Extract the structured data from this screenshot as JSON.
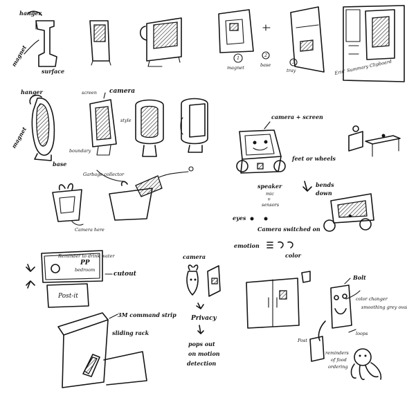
{
  "labels": {
    "s1_hanger": "hanger",
    "s1_magnet": "magnet",
    "s1_surface": "surface",
    "s3_num1": "1",
    "s3_num2": "2",
    "s3_num3": "3",
    "s3_magnet": "magnet",
    "s3_base": "base",
    "s3_tray": "tray",
    "s4_caption": "Erin' Summary Clipboard",
    "s5_hanger": "hanger",
    "s5_magnet": "magnet",
    "s5_base": "base",
    "s6_screen": "screen",
    "s6_camera": "camera",
    "s6_style": "style",
    "s6_boundary": "boundary",
    "s7_camera_screen": "camera + screen",
    "s7_feet": "feet or wheels",
    "s7_speaker": "speaker",
    "s7_mic": "mic",
    "s7_plus": "+",
    "s7_sensors": "sensors",
    "s8_bends": "bends",
    "s8_down": "down",
    "s9_eyes": "eyes",
    "s9_camera_switched": "Camera switched on",
    "s9_emotion": "emotion",
    "s9_color": "color",
    "s10_garbage": "Garbage collector",
    "s10_camera_here": "Camera here",
    "s11_reminder": "Reminder to drink water",
    "s11_pp": "PP",
    "s11_bedroom": "bedroom",
    "s11_cutout": "cutout",
    "s11_postit": "Post-it",
    "s12_command_strip": "3M command strip",
    "s12_sliding_rack": "sliding rack",
    "s13_camera": "camera",
    "s13_privacy": "Privacy",
    "s13_pops_out": "pops out",
    "s13_on_motion": "on motion",
    "s13_detection": "detection",
    "s14_bolt": "Bolt",
    "s14_color_changer": "color changer",
    "s14_smoothing": "smoothing grey oval",
    "s14_loops": "loops",
    "s14_post": "Post",
    "s14_reminders": "reminders",
    "s14_food": "of food",
    "s14_ordering": "ordering"
  }
}
